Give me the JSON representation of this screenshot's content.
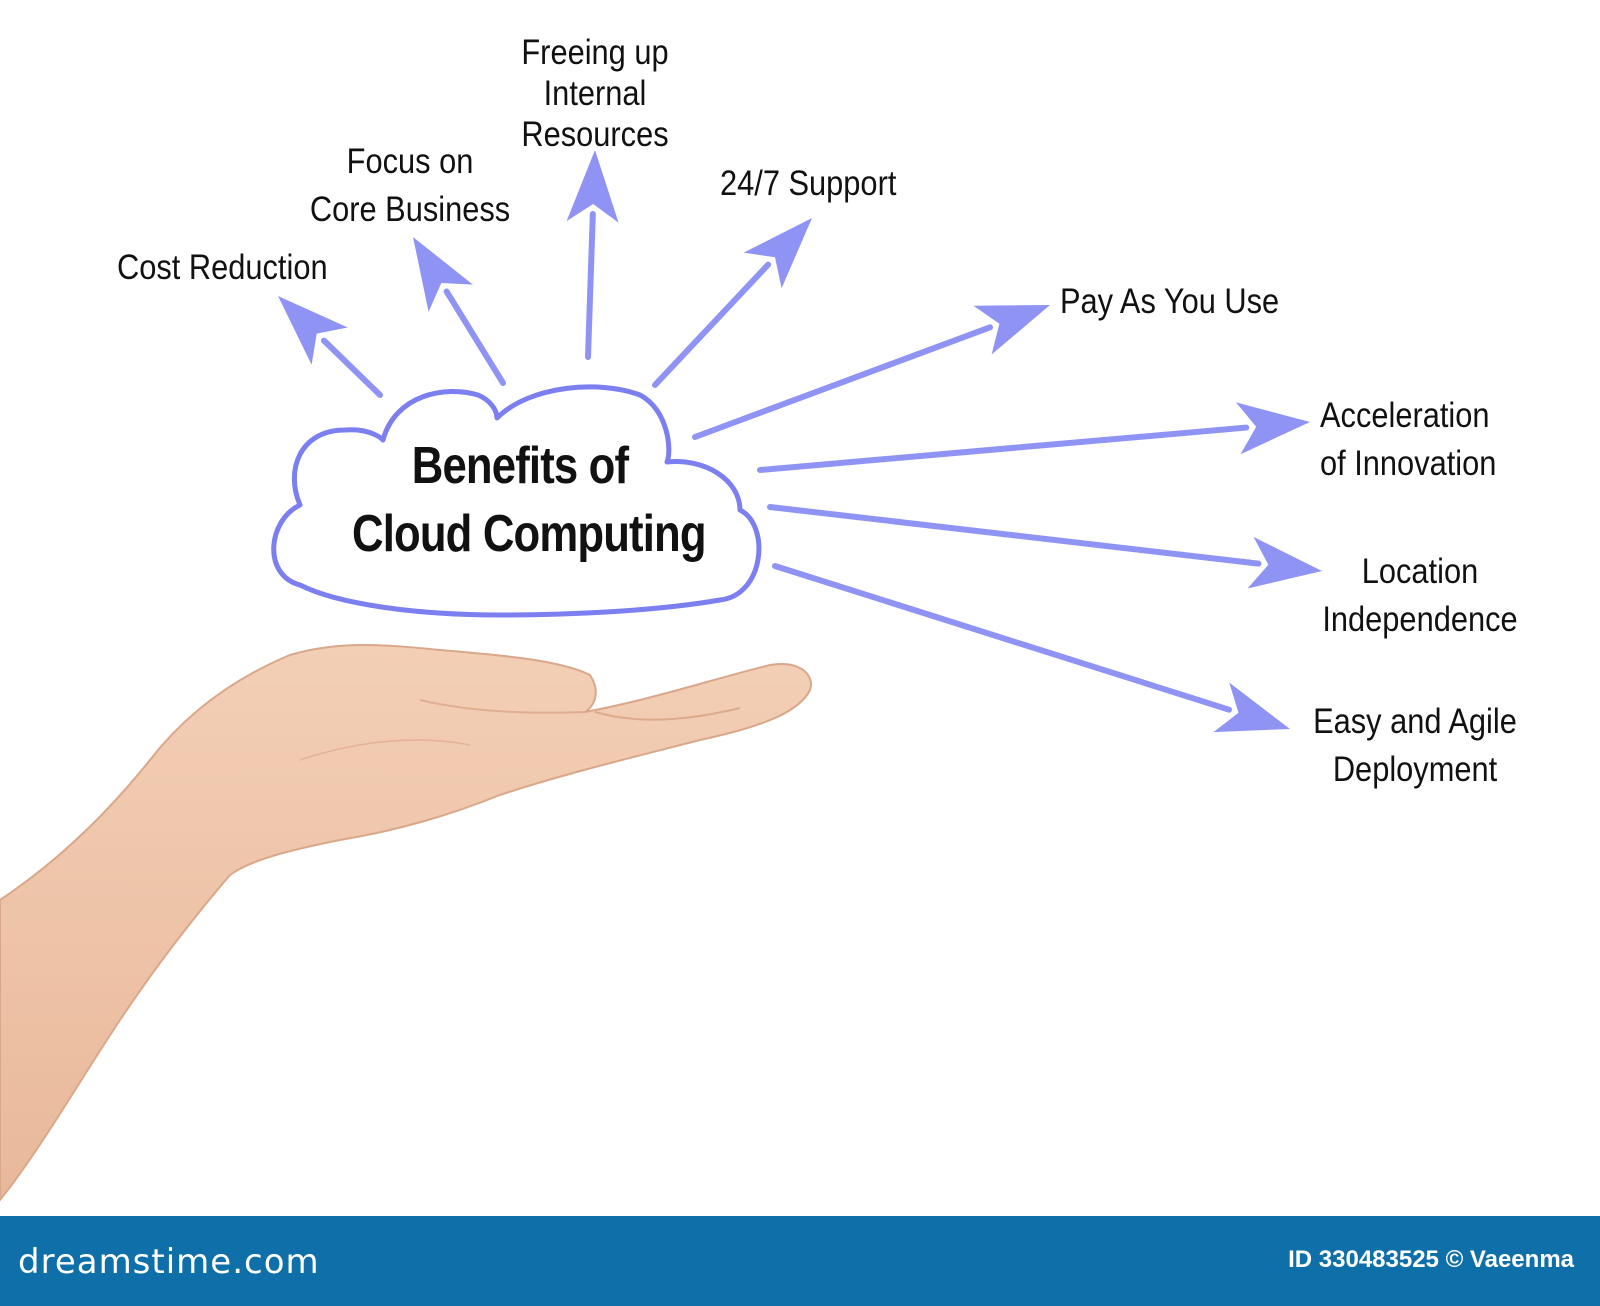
{
  "diagram": {
    "center_title": [
      "Benefits of",
      "Cloud Computing"
    ],
    "benefits": [
      {
        "id": "cost-reduction",
        "lines": [
          "Cost Reduction"
        ]
      },
      {
        "id": "focus-core-business",
        "lines": [
          "Focus on",
          "Core Business"
        ]
      },
      {
        "id": "freeing-internal-resources",
        "lines": [
          "Freeing up",
          "Internal",
          "Resources"
        ]
      },
      {
        "id": "support-24-7",
        "lines": [
          "24/7 Support"
        ]
      },
      {
        "id": "pay-as-you-use",
        "lines": [
          "Pay As You Use"
        ]
      },
      {
        "id": "acceleration-innovation",
        "lines": [
          "Acceleration",
          "of Innovation"
        ]
      },
      {
        "id": "location-independence",
        "lines": [
          "Location",
          "Independence"
        ]
      },
      {
        "id": "easy-agile-deployment",
        "lines": [
          "Easy and Agile",
          "Deployment"
        ]
      }
    ]
  },
  "colors": {
    "arrow": "#8f94f4",
    "cloud_stroke": "#7b7ff0",
    "text": "#111111",
    "skin": "#efc4a8",
    "footer": "#0f6fa8"
  },
  "icons": [
    "cloud-shape",
    "open-hand-image"
  ],
  "footer": {
    "brand": "dreamstime.com",
    "credit": "ID 330483525 © Vaeenma"
  }
}
